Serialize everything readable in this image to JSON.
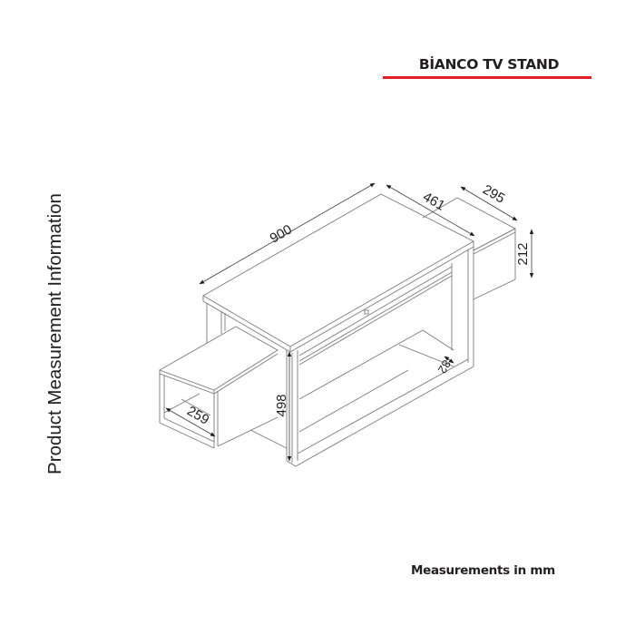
{
  "header": {
    "title": "BİANCO TV STAND",
    "accent_color": "#e31e24"
  },
  "side_label": "Product Measurement Information",
  "footer": {
    "units_note": "Measurements in mm"
  },
  "dimensions": {
    "width": "900",
    "depth": "461",
    "drawer_depth": "295",
    "drawer_height": "212",
    "total_height": "498",
    "drawer_width": "259",
    "shelf_offset": "82"
  }
}
